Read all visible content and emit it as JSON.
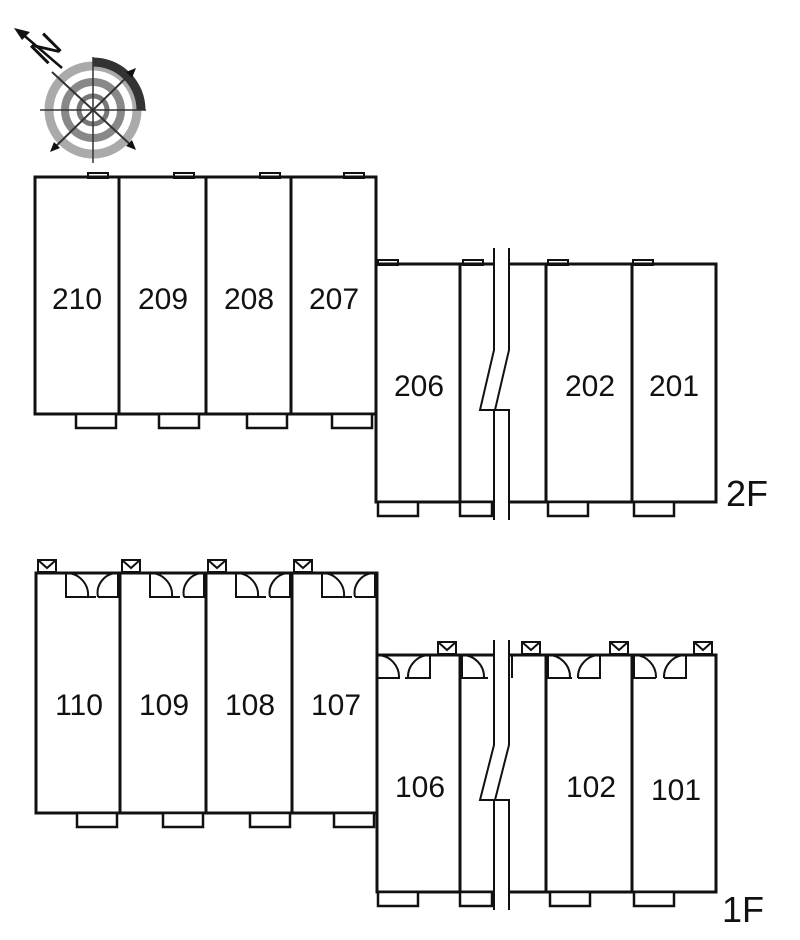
{
  "compass": {
    "north_letter": "N"
  },
  "floors": [
    {
      "id": "2F",
      "label": "2F",
      "units": [
        "210",
        "209",
        "208",
        "207",
        "206",
        "202",
        "201"
      ]
    },
    {
      "id": "1F",
      "label": "1F",
      "units": [
        "110",
        "109",
        "108",
        "107",
        "106",
        "102",
        "101"
      ]
    }
  ]
}
